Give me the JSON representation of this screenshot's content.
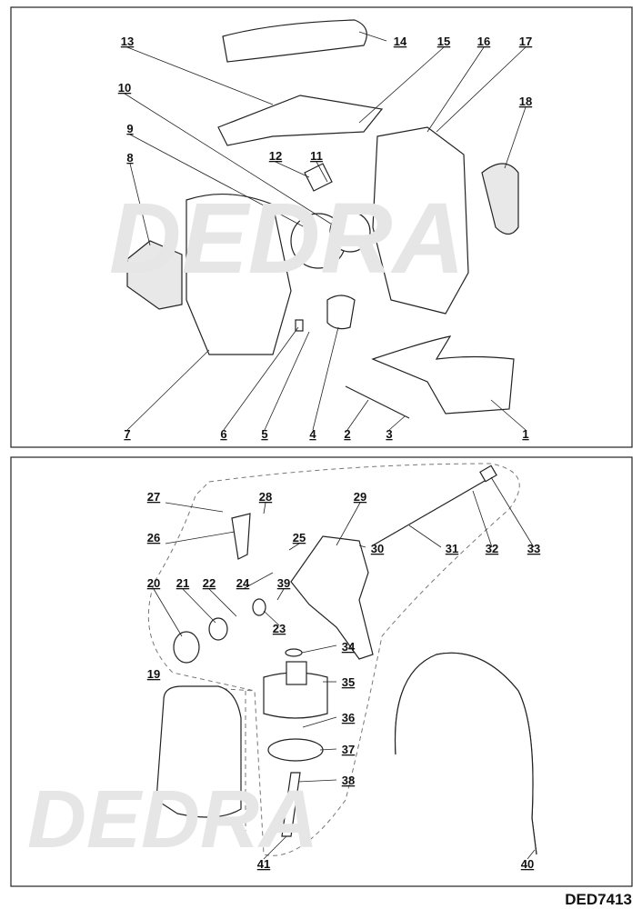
{
  "watermark": "DEDRA",
  "model_code": "DED7413",
  "top_panel_labels": [
    "13",
    "14",
    "15",
    "16",
    "17",
    "10",
    "18",
    "9",
    "8",
    "12",
    "11",
    "7",
    "6",
    "5",
    "4",
    "2",
    "3",
    "1"
  ],
  "bottom_panel_labels": [
    "27",
    "28",
    "29",
    "26",
    "25",
    "30",
    "31",
    "32",
    "33",
    "20",
    "21",
    "22",
    "24",
    "39",
    "23",
    "34",
    "35",
    "19",
    "36",
    "37",
    "38",
    "41",
    "40"
  ]
}
